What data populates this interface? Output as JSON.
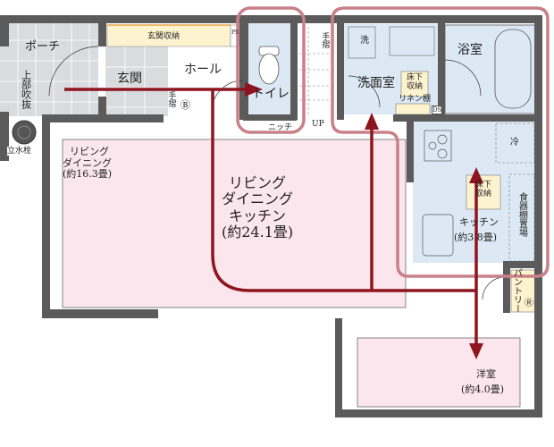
{
  "rooms": {
    "porch": "ポーチ",
    "void_above": "上部吹抜",
    "standpipe": "立水栓",
    "entrance_storage": "玄関収納",
    "ps": "PS",
    "entrance": "玄関",
    "hall": "ホール",
    "handrail_hall": "手摺",
    "marker_b": "Ⓑ",
    "toilet": "トイレ",
    "niche": "ニッチ",
    "up": "UP",
    "handrail_stair": "手摺",
    "washing_machine": "洗",
    "washroom": "洗面室",
    "underfloor_storage_wash": "床下収納",
    "linen_shelf": "リネン棚",
    "ds": "DS",
    "bathroom": "浴室",
    "fridge": "冷",
    "underfloor_storage_kitchen": "床下収納",
    "cupboard_space": "食器棚置場",
    "kitchen": "キッチン",
    "kitchen_size": "(約3.8畳)",
    "pantry": "パントリー",
    "marker_r": "Ⓡ",
    "ld_small_1": "リビング",
    "ld_small_2": "ダイニング",
    "ld_small_size": "(約16.3畳)",
    "ldk_1": "リビング",
    "ldk_2": "ダイニング",
    "ldk_3": "キッチン",
    "ldk_size": "(約24.1畳)",
    "western_room": "洋室",
    "western_size": "(約4.0畳)"
  },
  "colors": {
    "wall": "#5b5b5b",
    "tile": "#d9dcdf",
    "water_area": "#dce9f5",
    "living_area": "#fbe6ee",
    "storage": "#fdf3cf",
    "arrow": "#8e1520",
    "highlight_outline": "#c98088"
  }
}
